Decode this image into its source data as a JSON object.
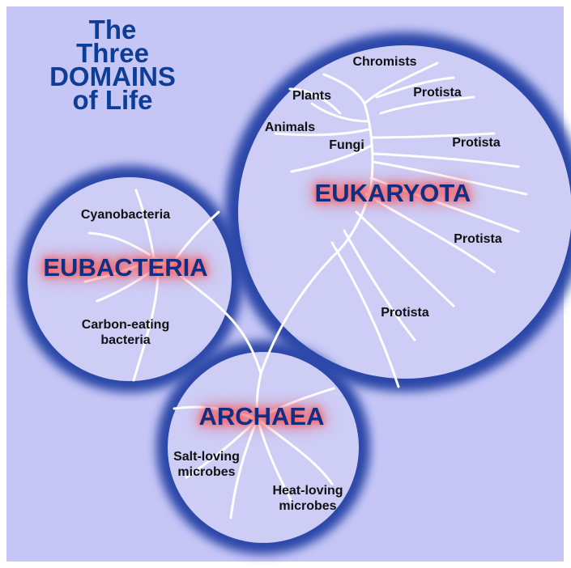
{
  "title": {
    "line1": "The",
    "line2": "Three",
    "line3": "DOMAINS",
    "line4": "of Life"
  },
  "domains": {
    "eukaryota": "EUKARYOTA",
    "eubacteria": "EUBACTERIA",
    "archaea": "ARCHAEA"
  },
  "eukaryota_groups": {
    "chromists": "Chromists",
    "plants": "Plants",
    "protista_1": "Protista",
    "animals": "Animals",
    "fungi": "Fungi",
    "protista_2": "Protista",
    "protista_3": "Protista",
    "protista_4": "Protista"
  },
  "eubacteria_groups": {
    "cyanobacteria": "Cyanobacteria",
    "carbon_line1": "Carbon-eating",
    "carbon_line2": "bacteria"
  },
  "archaea_groups": {
    "salt_line1": "Salt-loving",
    "salt_line2": "microbes",
    "heat_line1": "Heat-loving",
    "heat_line2": "microbes"
  },
  "colors": {
    "background": "#c6c6f6",
    "circle_fill": "#cbcbf4",
    "circle_glow": "#2c48a8",
    "title": "#0d3d94",
    "domain_text": "#0d2f86",
    "domain_glow": "#ff4a4a",
    "branch": "#ffffff"
  }
}
